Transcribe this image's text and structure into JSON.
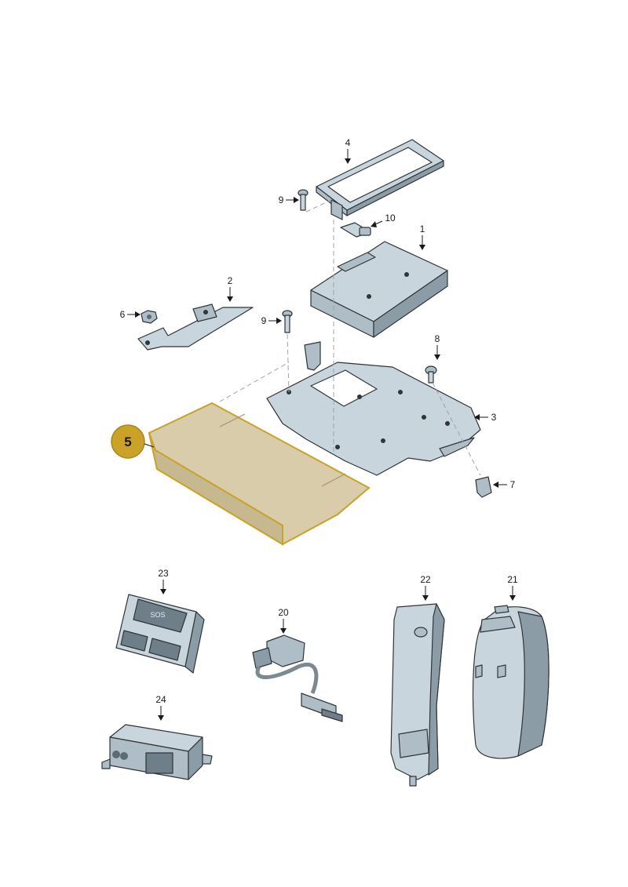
{
  "callouts": {
    "c1": "1",
    "c2": "2",
    "c3": "3",
    "c4": "4",
    "c5": "5",
    "c6": "6",
    "c7": "7",
    "c8": "8",
    "c9a": "9",
    "c9b": "9",
    "c10": "10",
    "c20": "20",
    "c21": "21",
    "c22": "22",
    "c23": "23",
    "c24": "24"
  },
  "colors": {
    "highlight_fill": "#c9a227",
    "highlight_part": "#d8ccaa",
    "part_fill": "#c9d5dc",
    "line": "#1a1a1a"
  },
  "button_text": "SOS"
}
